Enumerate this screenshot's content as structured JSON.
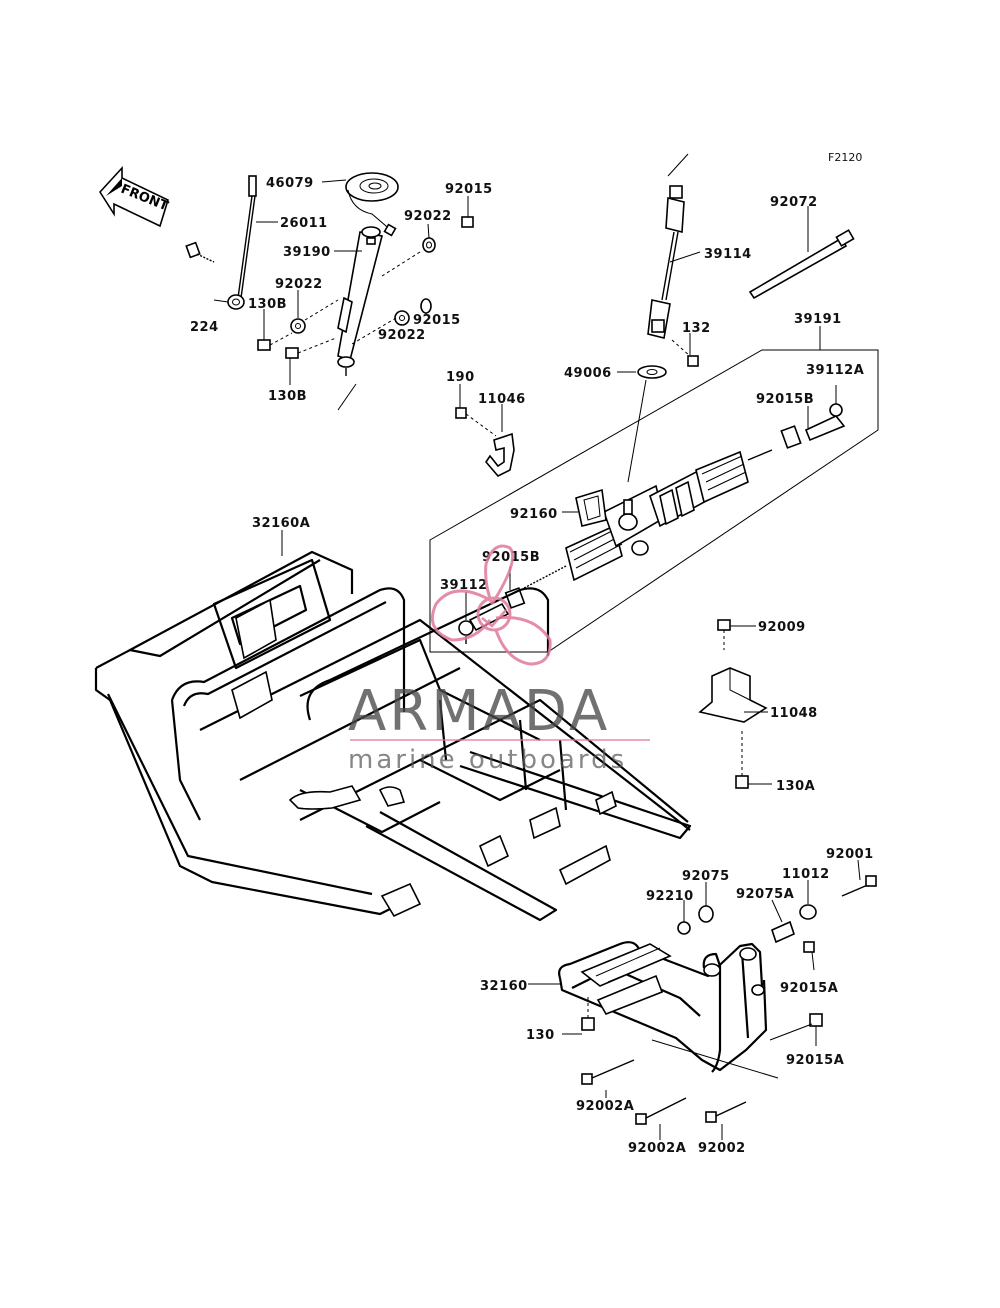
{
  "diagram_code": "F2120",
  "front_arrow_label": "FRONT",
  "watermark": {
    "brand": "ARMADA",
    "tagline": "marine outboards",
    "logo_color": "#e07a9a"
  },
  "part_labels": {
    "p46079": "46079",
    "p26011": "26011",
    "p39190": "39190",
    "p92015_a": "92015",
    "p92022_a": "92022",
    "p92022_b": "92022",
    "p92022_c": "92022",
    "p92015_b": "92015",
    "p224": "224",
    "p130B_a": "130B",
    "p130B_b": "130B",
    "p39114": "39114",
    "p132": "132",
    "p92072": "92072",
    "p39191": "39191",
    "p39112A": "39112A",
    "p92015B_a": "92015B",
    "p49006": "49006",
    "p190": "190",
    "p11046": "11046",
    "p92160": "92160",
    "p92015B_b": "92015B",
    "p39112": "39112",
    "p32160A": "32160A",
    "p92009": "92009",
    "p11048": "11048",
    "p130A": "130A",
    "p92001": "92001",
    "p92075": "92075",
    "p11012": "11012",
    "p92210": "92210",
    "p92075A": "92075A",
    "p92015A_a": "92015A",
    "p32160": "32160",
    "p130": "130",
    "p92015A_b": "92015A",
    "p92002A_a": "92002A",
    "p92002A_b": "92002A",
    "p92002": "92002"
  }
}
